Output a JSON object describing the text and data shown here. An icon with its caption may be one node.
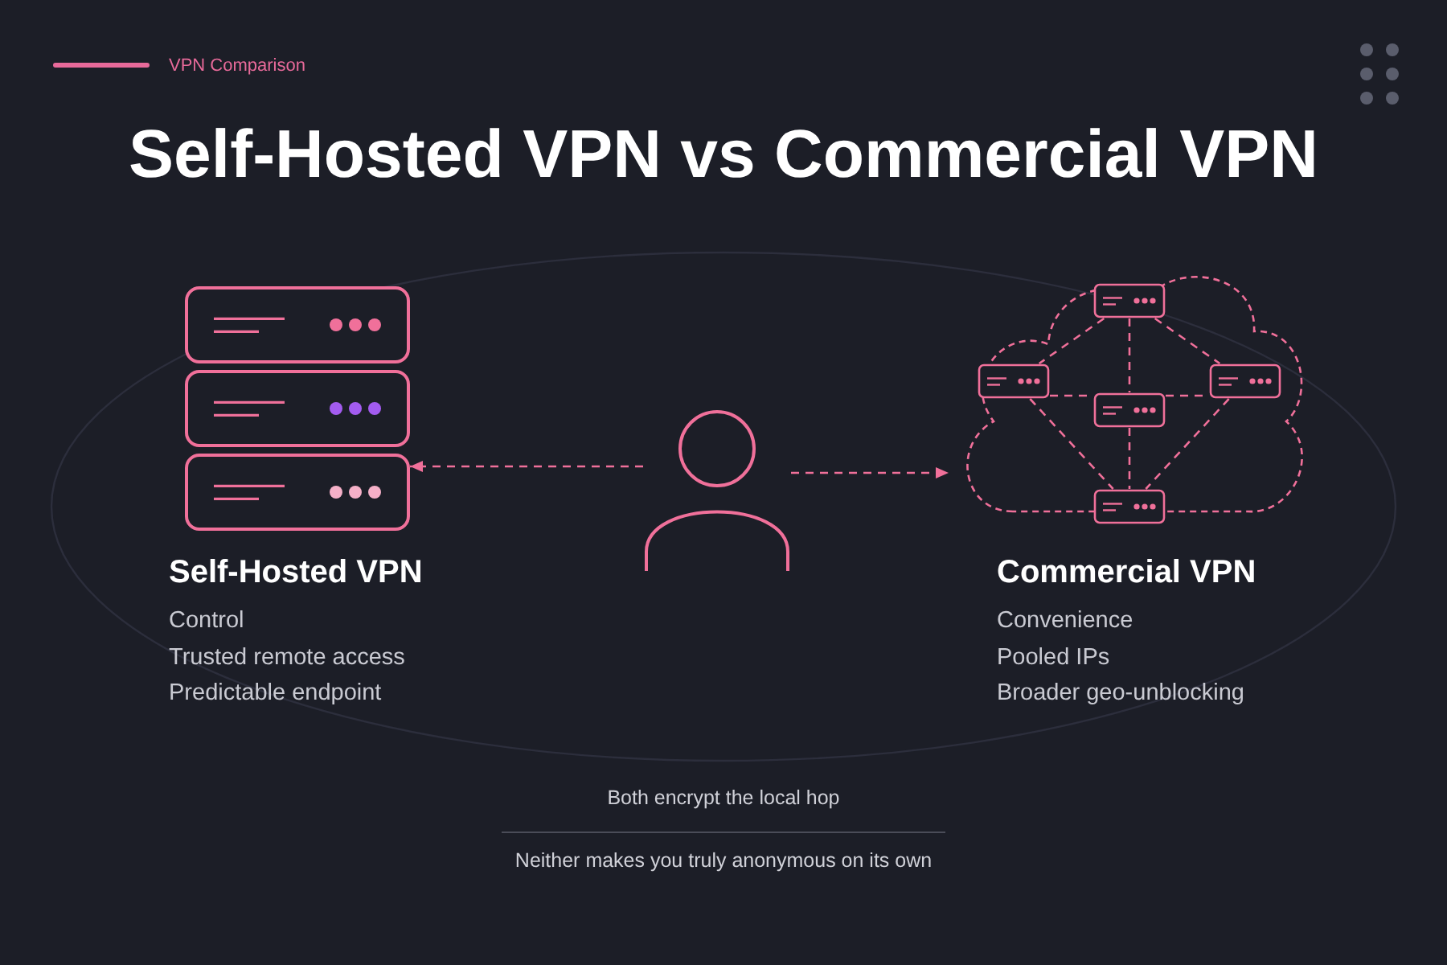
{
  "diagram": {
    "title": "Self-Hosted VPN vs Commercial VPN",
    "nodes": [
      {
        "text": [],
        "shape": "box",
        "beside": [
          "Self-Hosted VPN",
          "Control",
          "Trusted remote access",
          "Predictable endpoint"
        ]
      },
      {
        "text": [],
        "shape": "person"
      },
      {
        "text": [],
        "shape": "cloud",
        "beside": [
          "Commercial VPN",
          "Convenience",
          "Pooled IPs",
          "Broader geo-unblocking"
        ]
      },
      {
        "text": [],
        "shape": "box",
        "in": 2
      },
      {
        "text": [],
        "shape": "box",
        "in": 2
      },
      {
        "text": [],
        "shape": "box",
        "in": 2
      },
      {
        "text": [],
        "shape": "box",
        "in": 2
      },
      {
        "text": [],
        "shape": "box",
        "in": 2
      }
    ],
    "edges": [
      {
        "from": 1,
        "to": 0,
        "arrow": "to",
        "style": "dashed"
      },
      {
        "from": 1,
        "to": 2,
        "arrow": "to",
        "style": "dashed"
      },
      {
        "from": 3,
        "to": 4,
        "arrow": "none",
        "style": "dashed"
      },
      {
        "from": 3,
        "to": 5,
        "arrow": "none",
        "style": "dashed"
      },
      {
        "from": 3,
        "to": 6,
        "arrow": "none",
        "style": "dashed"
      },
      {
        "from": 4,
        "to": 5,
        "arrow": "none",
        "style": "dashed"
      },
      {
        "from": 5,
        "to": 6,
        "arrow": "none",
        "style": "dashed"
      },
      {
        "from": 5,
        "to": 7,
        "arrow": "none",
        "style": "dashed"
      },
      {
        "from": 4,
        "to": 7,
        "arrow": "none",
        "style": "dashed"
      },
      {
        "from": 6,
        "to": 7,
        "arrow": "none",
        "style": "dashed"
      }
    ],
    "labels": [
      "VPN Comparison",
      "Both encrypt the local hop",
      "Neither makes you truly anonymous on its own"
    ]
  }
}
